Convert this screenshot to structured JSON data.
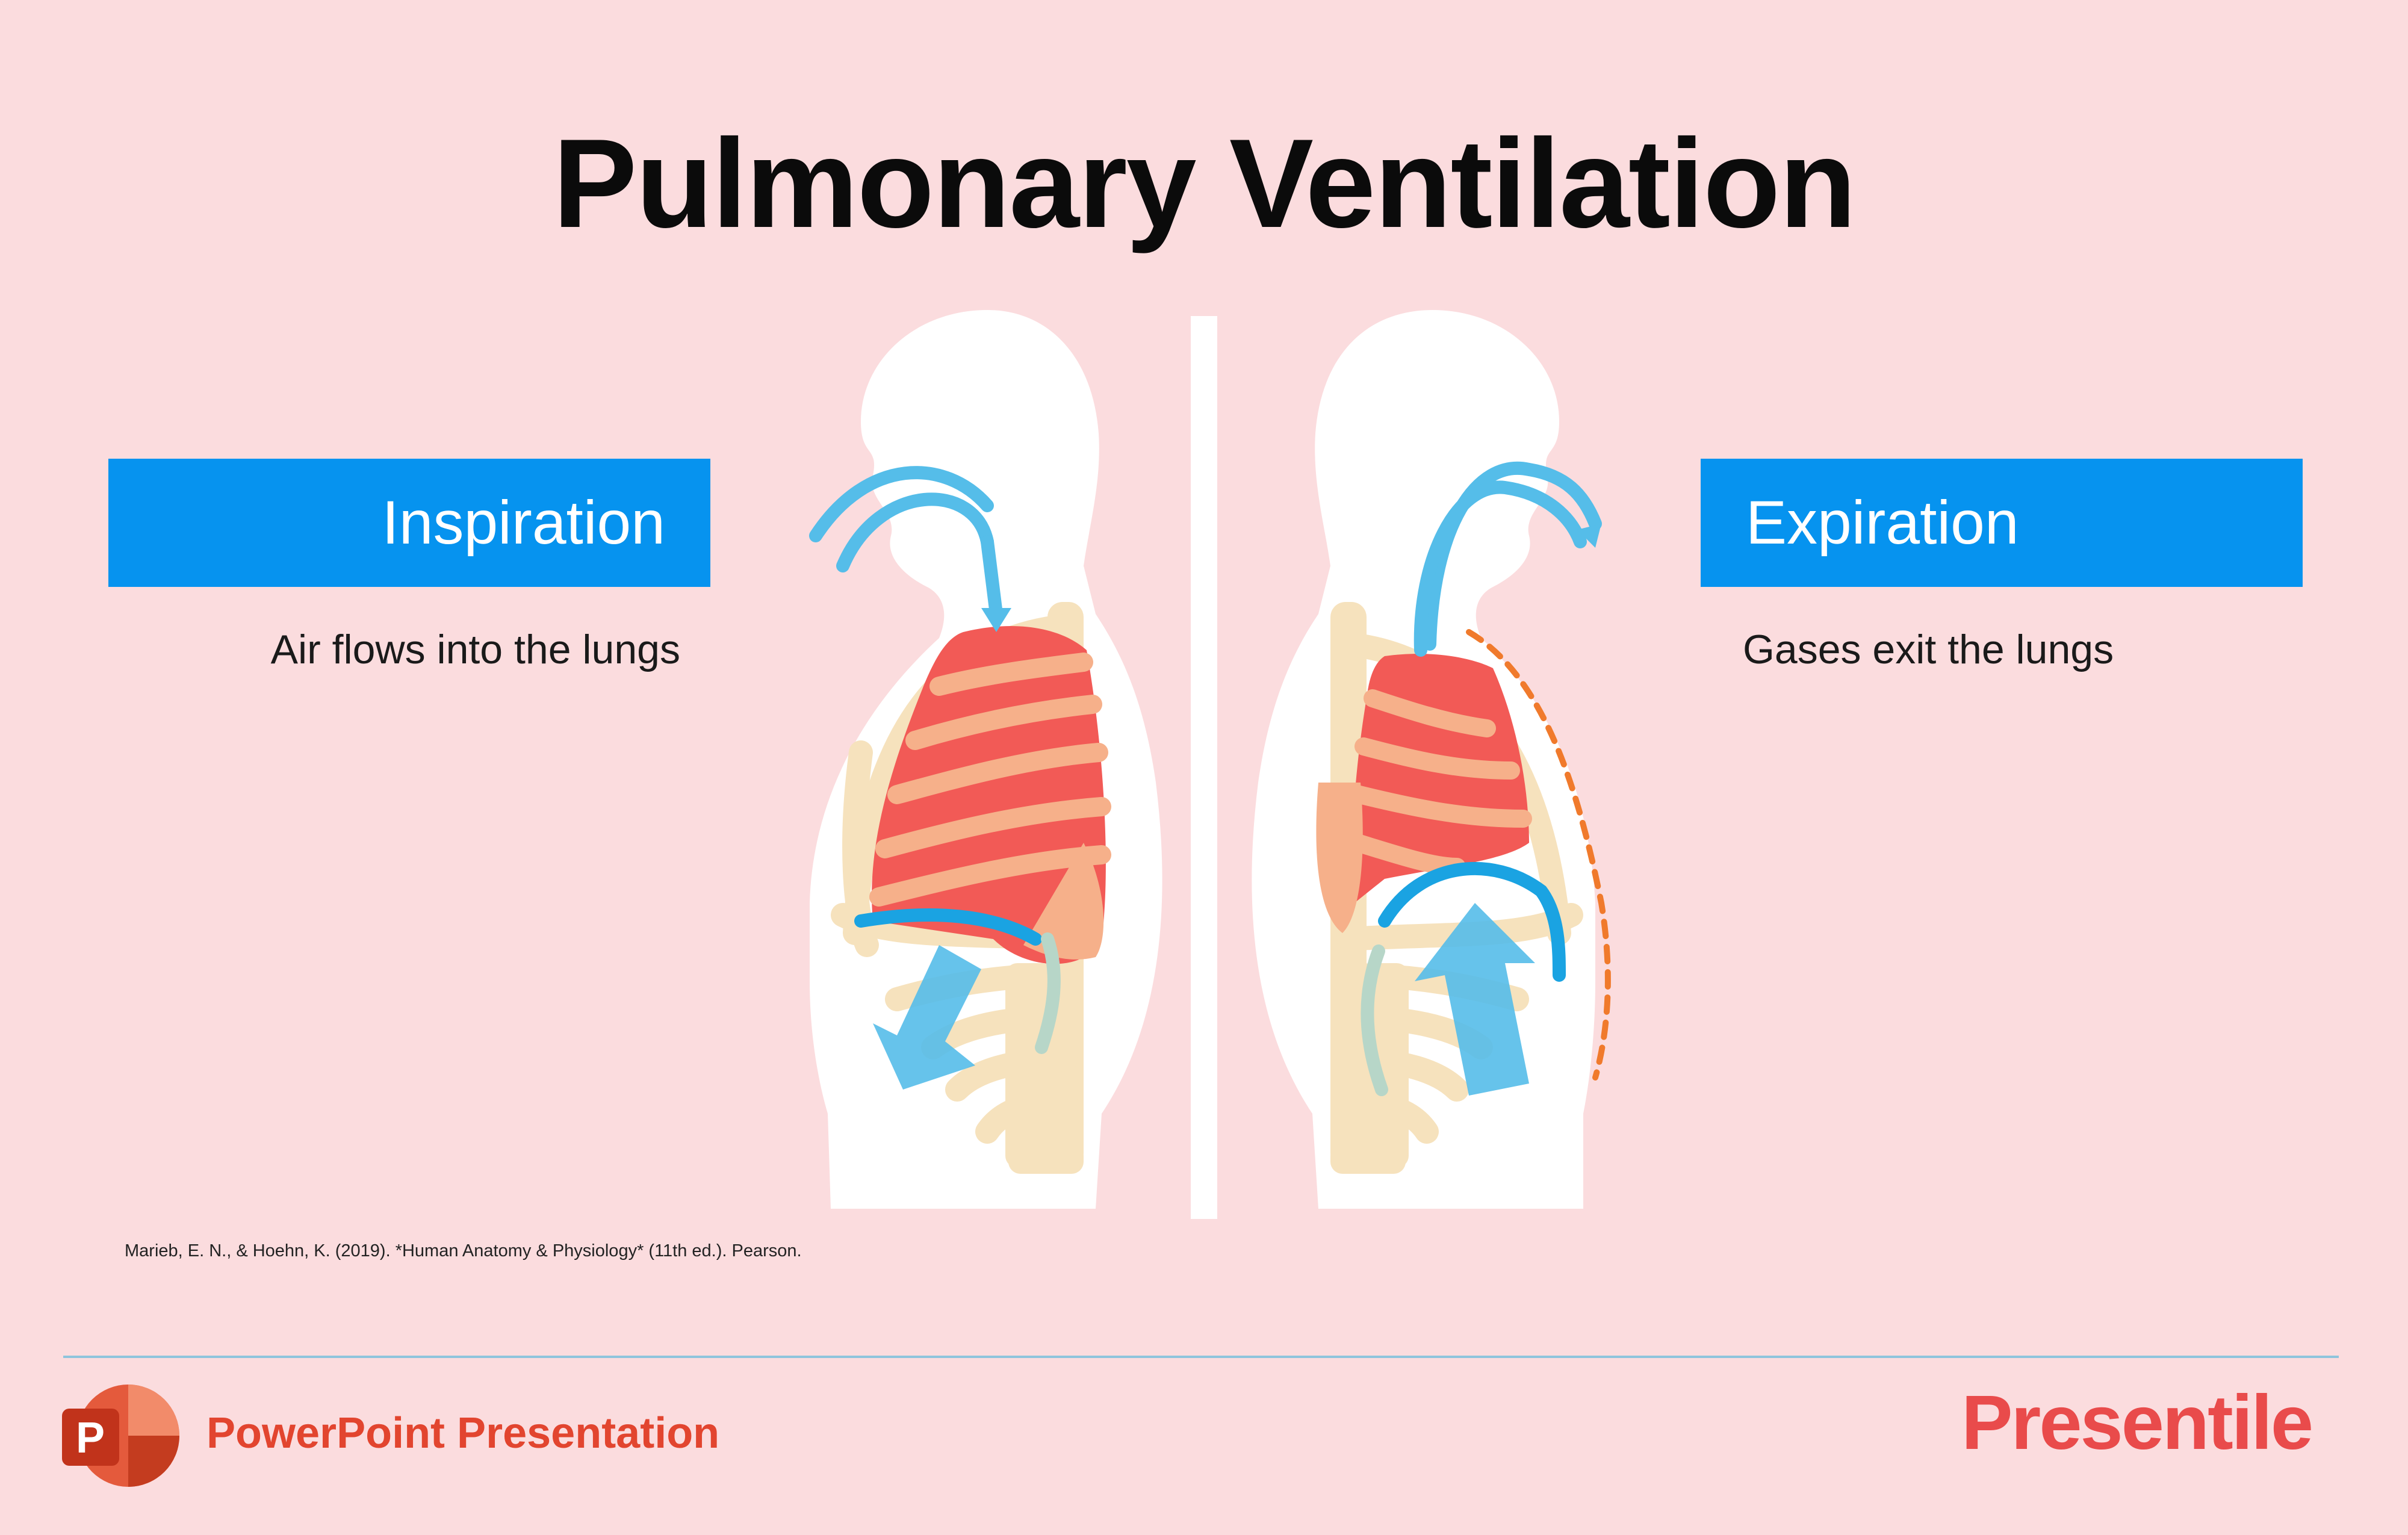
{
  "title": "Pulmonary Ventilation",
  "inspiration": {
    "label": "Inspiration",
    "description": "Air flows into the lungs"
  },
  "expiration": {
    "label": "Expiration",
    "description": "Gases exit the lungs"
  },
  "citation": "Marieb, E. N., & Hoehn, K. (2019). *Human Anatomy & Physiology* (11th ed.). Pearson.",
  "footer": {
    "text": "PowerPoint Presentation",
    "logo_letter": "P",
    "brand": "Presentile"
  },
  "colors": {
    "background": "#fbdcde",
    "label_box": "#0693ef",
    "lung": "#f25a56",
    "lung_stripe": "#f6b08a",
    "bone": "#f6e2bd",
    "airflow": "#55bde9",
    "brand": "#e94b4b"
  }
}
